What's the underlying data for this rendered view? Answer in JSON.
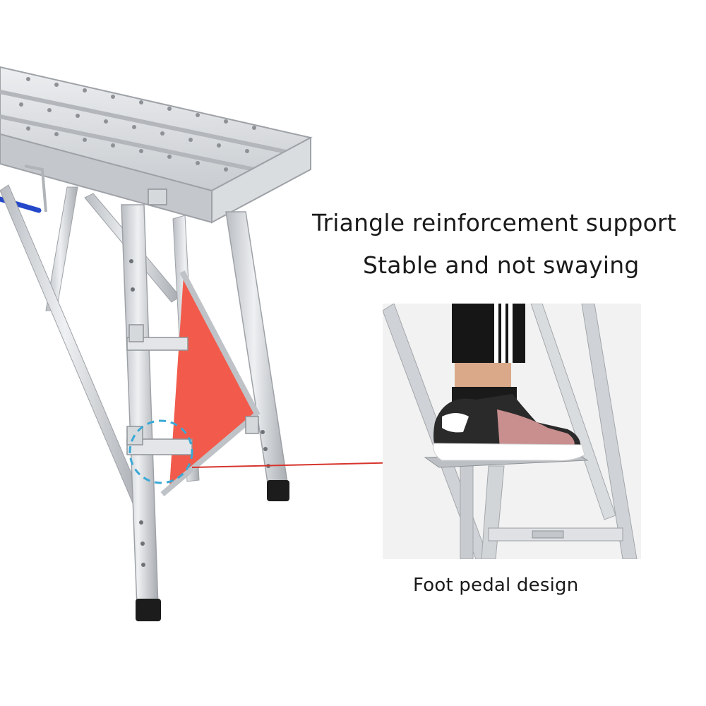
{
  "captions": {
    "line1": "Triangle reinforcement support",
    "line2": "Stable and not swaying",
    "inset_label": "Foot pedal design"
  },
  "colors": {
    "aluminum": "#d8dbdf",
    "aluminum_dark": "#a9adb2",
    "triangle_red": "#f25b4c",
    "highlight_circle": "#39a9d6",
    "pointer_line": "#d6342c",
    "rubber_foot": "#1c1c1c"
  },
  "icons": {
    "highlight": "dashed-circle-icon",
    "pointer": "arrow-line-icon"
  }
}
